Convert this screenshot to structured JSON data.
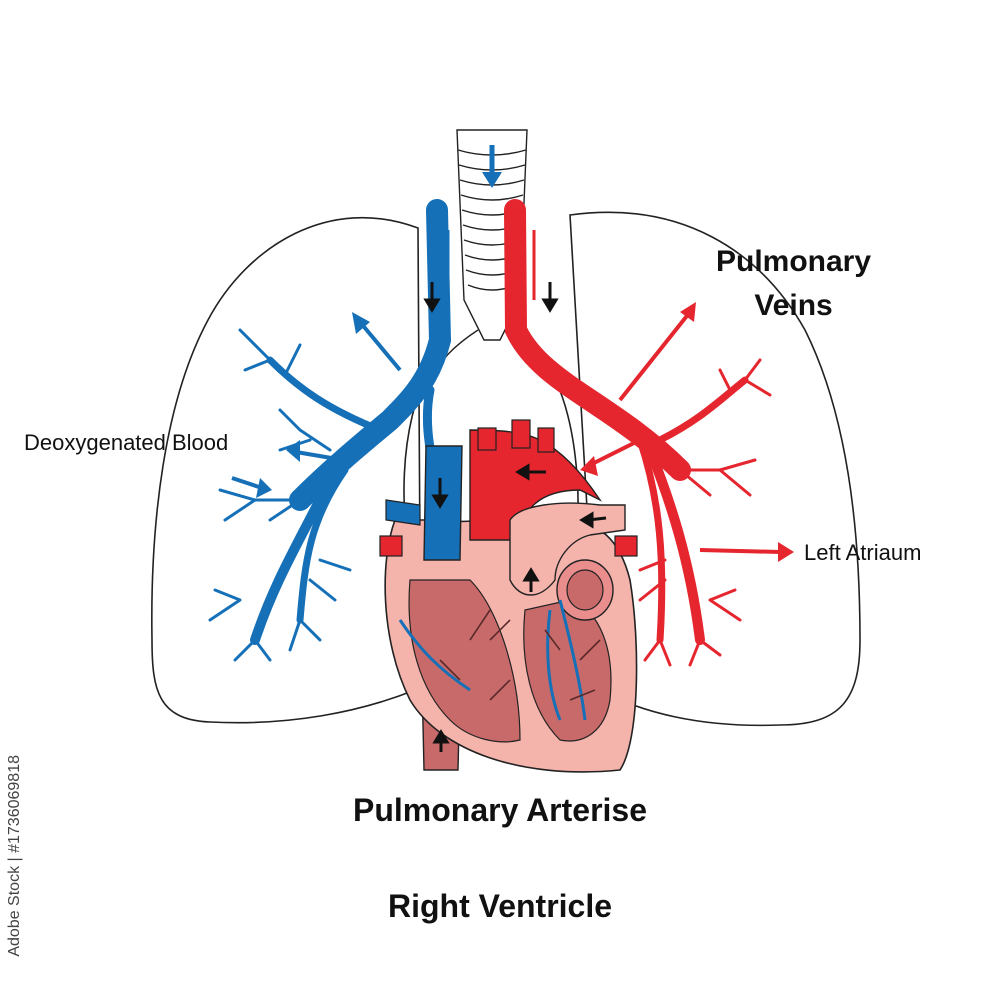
{
  "labels": {
    "pulmonary_veins_line1": "Pulmonary",
    "pulmonary_veins_line2": "Veins",
    "deoxygenated_blood": "Deoxygenated Blood",
    "left_atrium": "Left Atriaum",
    "pulmonary_arteries": "Pulmonary Arterise",
    "right_ventricle": "Right Ventricle"
  },
  "side_text": "Adobe Stock | #1736069818",
  "colors": {
    "deoxygenated": "#1570b8",
    "oxygenated": "#e5262f",
    "heart_outer": "#f4b3ab",
    "heart_inner": "#c96a6a",
    "outline": "#222222"
  }
}
